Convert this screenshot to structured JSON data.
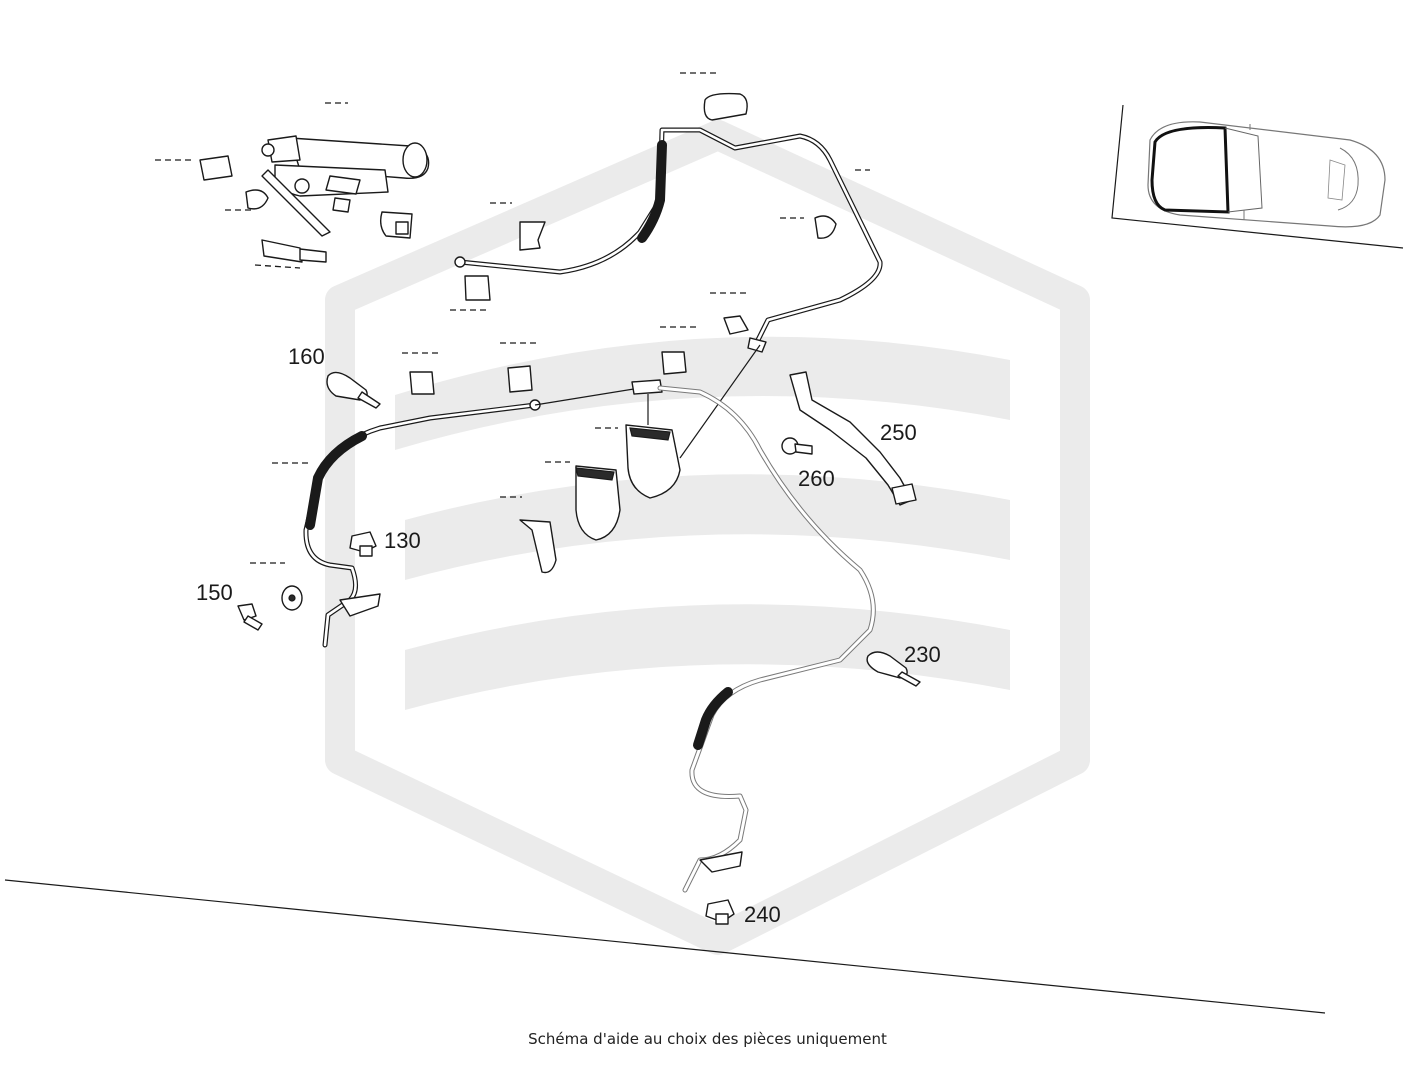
{
  "callouts": {
    "c160": "160",
    "c130": "130",
    "c150": "150",
    "c250": "250",
    "c260": "260",
    "c230": "230",
    "c240": "240"
  },
  "footer": {
    "note": "Schéma d'aide au choix des pièces uniquement"
  },
  "colors": {
    "line": "#1a1a1a",
    "watermark": "#ebebeb",
    "background": "#ffffff"
  }
}
